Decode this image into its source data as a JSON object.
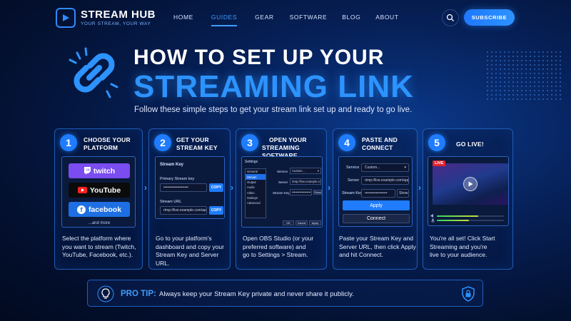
{
  "brand": {
    "name": "STREAM HUB",
    "tagline": "YOUR STREAM, YOUR WAY"
  },
  "nav": {
    "items": [
      {
        "label": "HOME",
        "active": false
      },
      {
        "label": "GUIDES",
        "active": true
      },
      {
        "label": "GEAR",
        "active": false
      },
      {
        "label": "SOFTWARE",
        "active": false
      },
      {
        "label": "BLOG",
        "active": false
      },
      {
        "label": "ABOUT",
        "active": false
      }
    ],
    "subscribe_label": "SUBSCRIBE"
  },
  "hero": {
    "title_line1": "HOW TO SET UP YOUR",
    "title_line2": "STREAMING LINK",
    "intro": "Follow these simple steps to get your stream link set up and ready to go live."
  },
  "steps": [
    {
      "number": "1",
      "title_lines": [
        "CHOOSE YOUR",
        "PLATFORM"
      ],
      "description_lines": [
        "Select the platform where",
        "you want to stream (Twitch,",
        "YouTube, Facebook, etc.)."
      ],
      "platforms": [
        "twitch",
        "YouTube",
        "facebook"
      ],
      "more_label": "...and more"
    },
    {
      "number": "2",
      "title_lines": [
        "GET YOUR",
        "STREAM KEY"
      ],
      "description_lines": [
        "Go to your platform's",
        "dashboard and copy your",
        "Stream Key and Server URL."
      ],
      "panel": {
        "heading": "Stream Key",
        "primary_label": "Primary Stream key",
        "primary_value": "••••••••••••••••••••",
        "copy_label": "COPY",
        "url_label": "Stream URL",
        "url_value": "rtmp://live.example.com/app"
      }
    },
    {
      "number": "3",
      "title_lines": [
        "OPEN YOUR",
        "STREAMING SOFTWARE"
      ],
      "description_lines": [
        "Open OBS Studio (or your",
        "preferred software) and",
        "go to Settings > Stream."
      ],
      "panel": {
        "heading": "Settings",
        "menu": [
          "General",
          "Stream",
          "Output",
          "Audio",
          "Video",
          "Hotkeys",
          "Advanced"
        ],
        "selected_index": 1,
        "service_label": "Service",
        "service_value": "Custom...",
        "server_label": "Server",
        "server_value": "rtmp://live.example.com/app",
        "key_label": "Stream Key",
        "key_value": "••••••••••••••••••",
        "show_label": "Show",
        "buttons": [
          "OK",
          "Cancel",
          "Apply"
        ]
      }
    },
    {
      "number": "4",
      "title_lines": [
        "PASTE AND",
        "CONNECT"
      ],
      "description_lines": [
        "Paste your Stream Key and",
        "Server URL, then click Apply",
        "and hit Connect."
      ],
      "panel": {
        "service_label": "Service",
        "service_value": "Custom...",
        "server_label": "Server",
        "server_value": "rtmp://live.example.com/app",
        "key_label": "Stream Key",
        "key_value": "••••••••••••••••••",
        "show_label": "Show",
        "apply_label": "Apply",
        "connect_label": "Connect"
      }
    },
    {
      "number": "5",
      "title_lines": [
        "GO LIVE!"
      ],
      "description_lines": [
        "You're all set! Click Start",
        "Streaming and you're",
        "live to your audience."
      ],
      "panel": {
        "live_label": "LIVE",
        "meter_levels": [
          0.62,
          0.48
        ]
      }
    }
  ],
  "pro_tip": {
    "title": "PRO TIP:",
    "text": "Always keep your Stream Key private and never share it publicly."
  },
  "colors": {
    "accent": "#2d93ff",
    "background": "#061f55",
    "live_red": "#e3232e",
    "twitch": "#7b4cf0",
    "facebook": "#1d6fe3"
  },
  "icons": [
    "play-icon",
    "search-icon",
    "chain-link-icon",
    "chevron-right-icon",
    "lightbulb-icon",
    "shield-lock-icon"
  ]
}
